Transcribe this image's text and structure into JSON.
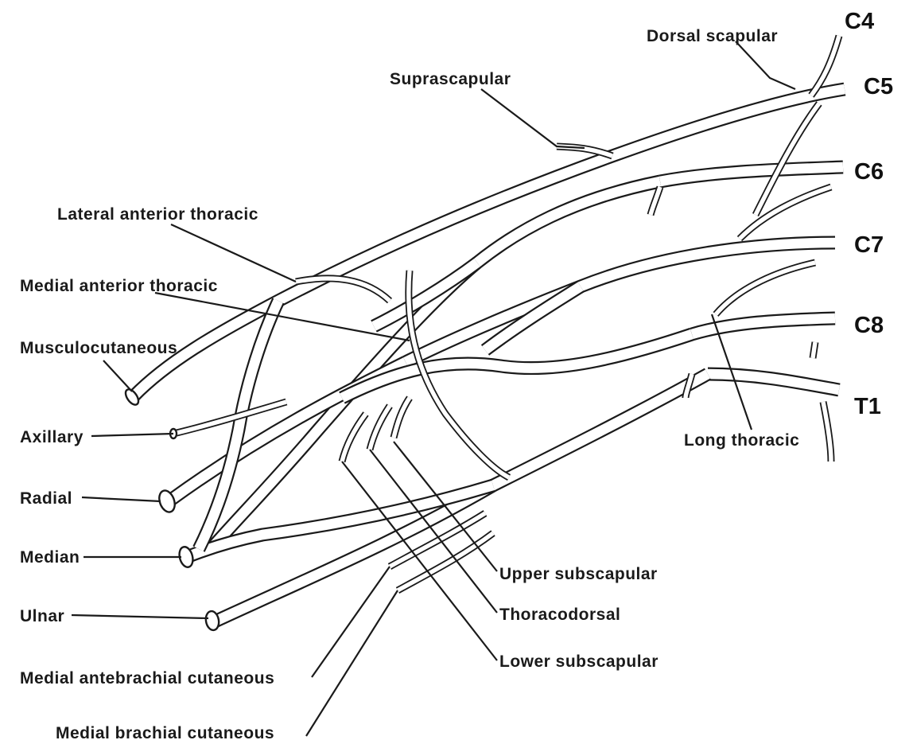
{
  "diagram": {
    "roots": {
      "c4": "C4",
      "c5": "C5",
      "c6": "C6",
      "c7": "C7",
      "c8": "C8",
      "t1": "T1"
    },
    "labels": {
      "dorsal_scapular": "Dorsal scapular",
      "suprascapular": "Suprascapular",
      "lateral_anterior_thoracic": "Lateral anterior thoracic",
      "medial_anterior_thoracic": "Medial anterior thoracic",
      "musculocutaneous": "Musculocutaneous",
      "axillary": "Axillary",
      "radial": "Radial",
      "median": "Median",
      "ulnar": "Ulnar",
      "medial_antebrachial_cutaneous": "Medial antebrachial cutaneous",
      "medial_brachial_cutaneous": "Medial brachial cutaneous",
      "upper_subscapular": "Upper subscapular",
      "thoracodorsal": "Thoracodorsal",
      "lower_subscapular": "Lower subscapular",
      "long_thoracic": "Long thoracic"
    }
  }
}
